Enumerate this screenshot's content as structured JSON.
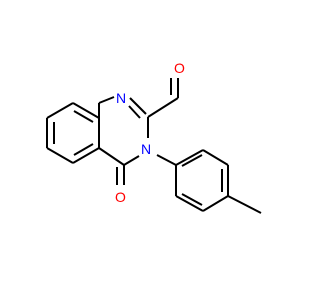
{
  "molecule": {
    "atoms": {
      "o_aldehyde": {
        "symbol": "O",
        "color": "#ff0000"
      },
      "n1": {
        "symbol": "N",
        "color": "#0000ff"
      },
      "n3": {
        "symbol": "N",
        "color": "#0000ff"
      },
      "o_carbonyl": {
        "symbol": "O",
        "color": "#ff0000"
      }
    },
    "bond_color": "#000000",
    "background": "#ffffff"
  }
}
